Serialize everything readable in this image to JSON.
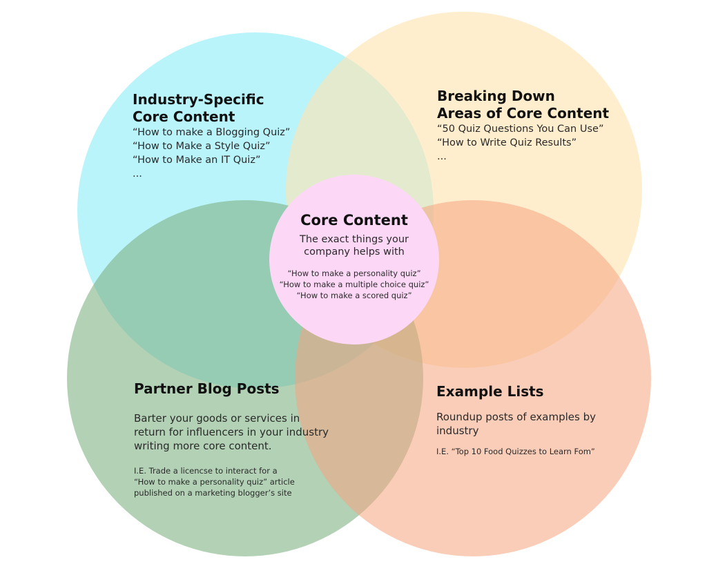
{
  "colors": {
    "industry_circle": "#8EEEF8",
    "breakdown_circle": "#FDE3B0",
    "partner_circle": "#7AB07F",
    "example_circle": "#F6A47F",
    "core_circle": "#FCD8F6"
  },
  "core": {
    "title": "Core Content",
    "description": "The exact things your company helps with",
    "examples": [
      "“How to make a personality quiz”",
      "“How to make a multiple choice quiz”",
      "“How to make a scored quiz”"
    ]
  },
  "industry": {
    "title": "Industry-Specific\nCore Content",
    "examples": [
      "“How to make a Blogging Quiz”",
      "“How to Make a Style Quiz”",
      "“How to Make an IT Quiz”",
      "..."
    ]
  },
  "breakdown": {
    "title": "Breaking Down\nAreas of Core Content",
    "examples": [
      "“50 Quiz Questions You Can Use”",
      "“How to Write Quiz Results”",
      "..."
    ]
  },
  "partner": {
    "title": "Partner Blog Posts",
    "description": "Barter your goods or services in return for influencers in your industry writing more core content.",
    "note": "I.E. Trade a licencse to interact for a “How to make a personality quiz” article published on a marketing blogger’s site"
  },
  "example_lists": {
    "title": "Example Lists",
    "description": "Roundup posts of examples by industry",
    "note": "I.E. “Top 10 Food Quizzes to Learn Fom”"
  }
}
